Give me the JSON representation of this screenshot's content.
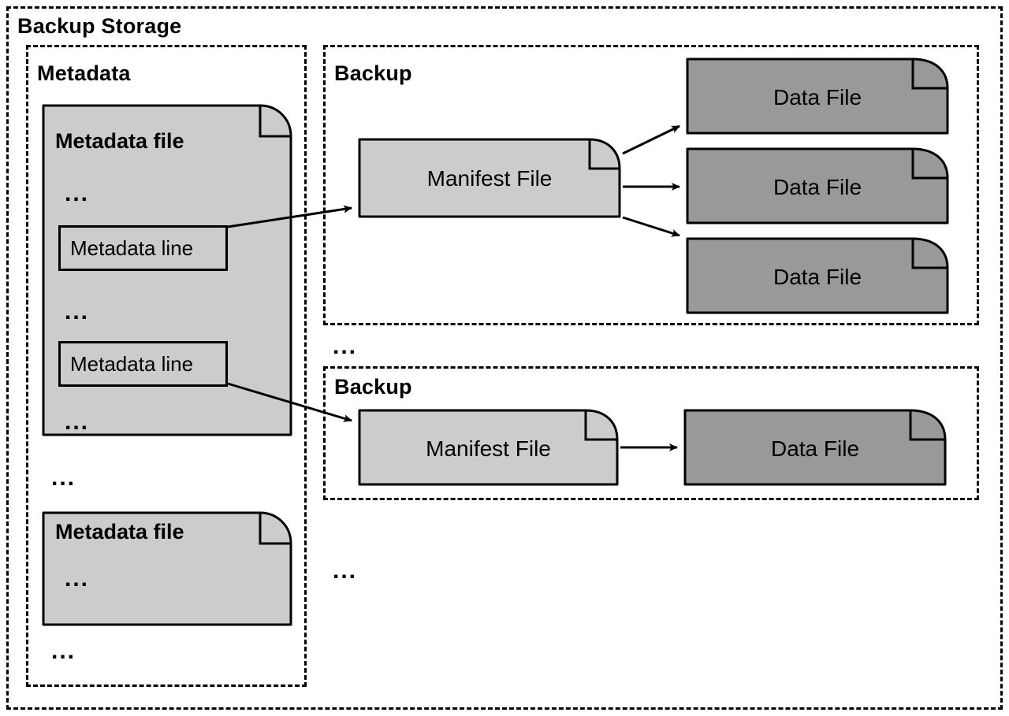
{
  "diagram": {
    "title": "Backup Storage",
    "colors": {
      "outline": "#000000",
      "light_file_fill": "#cccccc",
      "dark_file_fill": "#999999",
      "background": "#ffffff"
    }
  },
  "groups": {
    "backup_storage": {
      "title": "Backup Storage"
    },
    "metadata": {
      "title": "Metadata"
    },
    "backup_one": {
      "title": "Backup"
    },
    "backup_two": {
      "title": "Backup"
    }
  },
  "metadata_files": [
    {
      "title": "Metadata file",
      "ellipsis_top": "...",
      "lines": [
        {
          "label": "Metadata line"
        },
        {
          "label": "Metadata line"
        }
      ],
      "ellipsis_middle": "...",
      "ellipsis_bottom": "..."
    },
    {
      "title": "Metadata file",
      "ellipsis_inner": "..."
    }
  ],
  "metadata_ellipses": {
    "between_files": "...",
    "after_last_file": "..."
  },
  "backup_one": {
    "manifest": {
      "label": "Manifest File"
    },
    "data_files": [
      {
        "label": "Data File"
      },
      {
        "label": "Data File"
      },
      {
        "label": "Data File"
      }
    ]
  },
  "backup_two": {
    "manifest": {
      "label": "Manifest File"
    },
    "data_files": [
      {
        "label": "Data File"
      }
    ]
  },
  "backup_ellipses": {
    "between_backups": "...",
    "after_last_backup": "..."
  }
}
